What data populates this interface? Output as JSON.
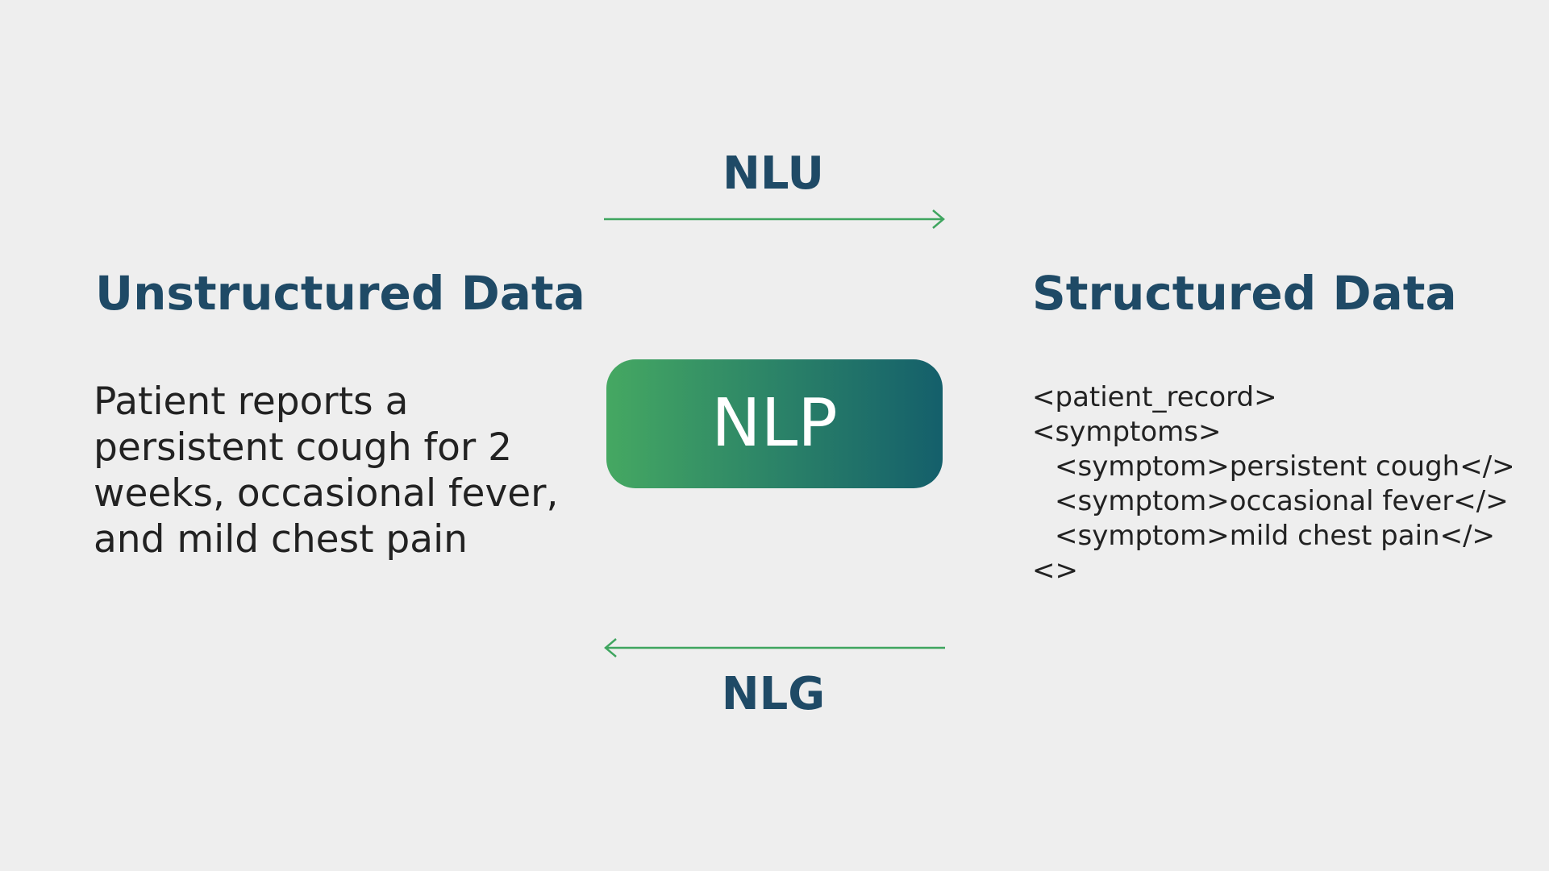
{
  "diagram": {
    "left_heading": "Unstructured Data",
    "right_heading": "Structured Data",
    "center_label": "NLP",
    "top_arrow_label": "NLU",
    "bottom_arrow_label": "NLG",
    "unstructured_lines": [
      "Patient reports a",
      "persistent cough for 2",
      "weeks, occasional fever,",
      "and mild chest pain"
    ],
    "structured_lines": [
      "<patient_record>",
      "<symptoms>",
      "<symptom>persistent cough</>",
      "<symptom>occasional fever</>",
      "<symptom>mild chest pain</>",
      "<>"
    ]
  },
  "colors": {
    "background": "#eeeeee",
    "heading": "#1f4a66",
    "arrow": "#3fa55f",
    "gradient_start": "#45a862",
    "gradient_end": "#145f6b"
  },
  "icons": {
    "top_arrow": "arrow-right-icon",
    "bottom_arrow": "arrow-left-icon"
  }
}
